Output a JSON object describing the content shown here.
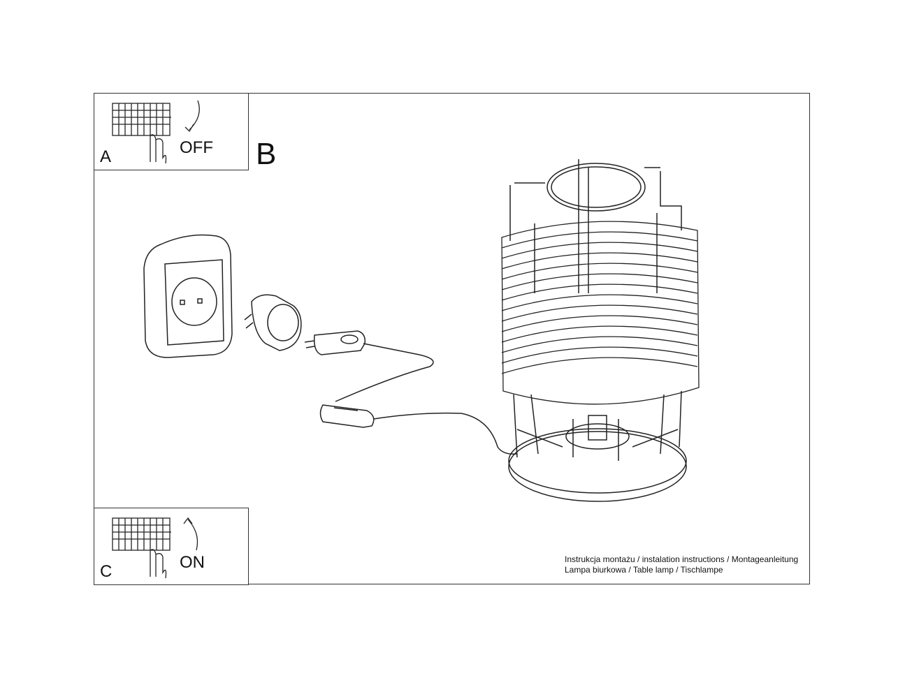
{
  "steps": {
    "a": {
      "label": "A",
      "state": "OFF"
    },
    "b": {
      "label": "B"
    },
    "c": {
      "label": "C",
      "state": "ON"
    }
  },
  "caption": {
    "line1": "Instrukcja montażu / instalation instructions / Montageanleitung",
    "line2": "Lampa biurkowa / Table lamp / Tischlampe"
  }
}
